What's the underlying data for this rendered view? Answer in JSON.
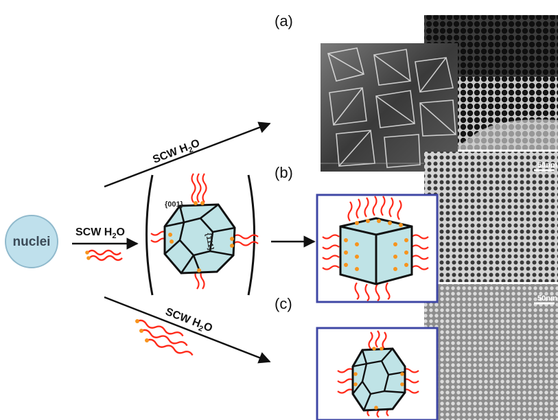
{
  "panels": {
    "a": "(a)",
    "b": "(b)",
    "c": "(c)"
  },
  "nuclei": {
    "label": "nuclei"
  },
  "arrows": {
    "center": {
      "main": "SCW H",
      "sub": "2",
      "tail": "O"
    },
    "upper": {
      "main": "SCW H",
      "sub": "2",
      "tail": "O"
    },
    "lower": {
      "main": "SCW H",
      "sub": "2",
      "tail": "O"
    }
  },
  "facets": {
    "top": "{001}",
    "side": "{111}"
  },
  "scale_bars": {
    "b": "50nm",
    "c": "50nm"
  },
  "colors": {
    "nuclei_fill": "#bfe0ec",
    "nuclei_stroke": "#8fb9cc",
    "crystal_fill": "#bfe3e6",
    "ligand": "#ff2a1a",
    "ligand_head": "#f7941d",
    "frame": "#3f47a5"
  }
}
